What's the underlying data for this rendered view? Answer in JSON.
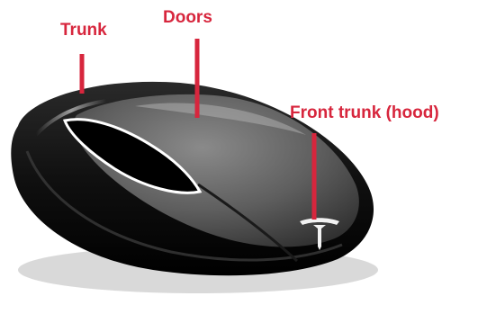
{
  "colors": {
    "callout": "#d7263d",
    "fob_body": "#0b0b0b",
    "fob_panel": "#5a5a5a",
    "outline": "#ffffff"
  },
  "callouts": {
    "trunk": "Trunk",
    "doors": "Doors",
    "front_trunk": "Front trunk (hood)"
  },
  "icons": {
    "logo": "tesla-logo-icon",
    "fob": "key-fob-icon"
  }
}
